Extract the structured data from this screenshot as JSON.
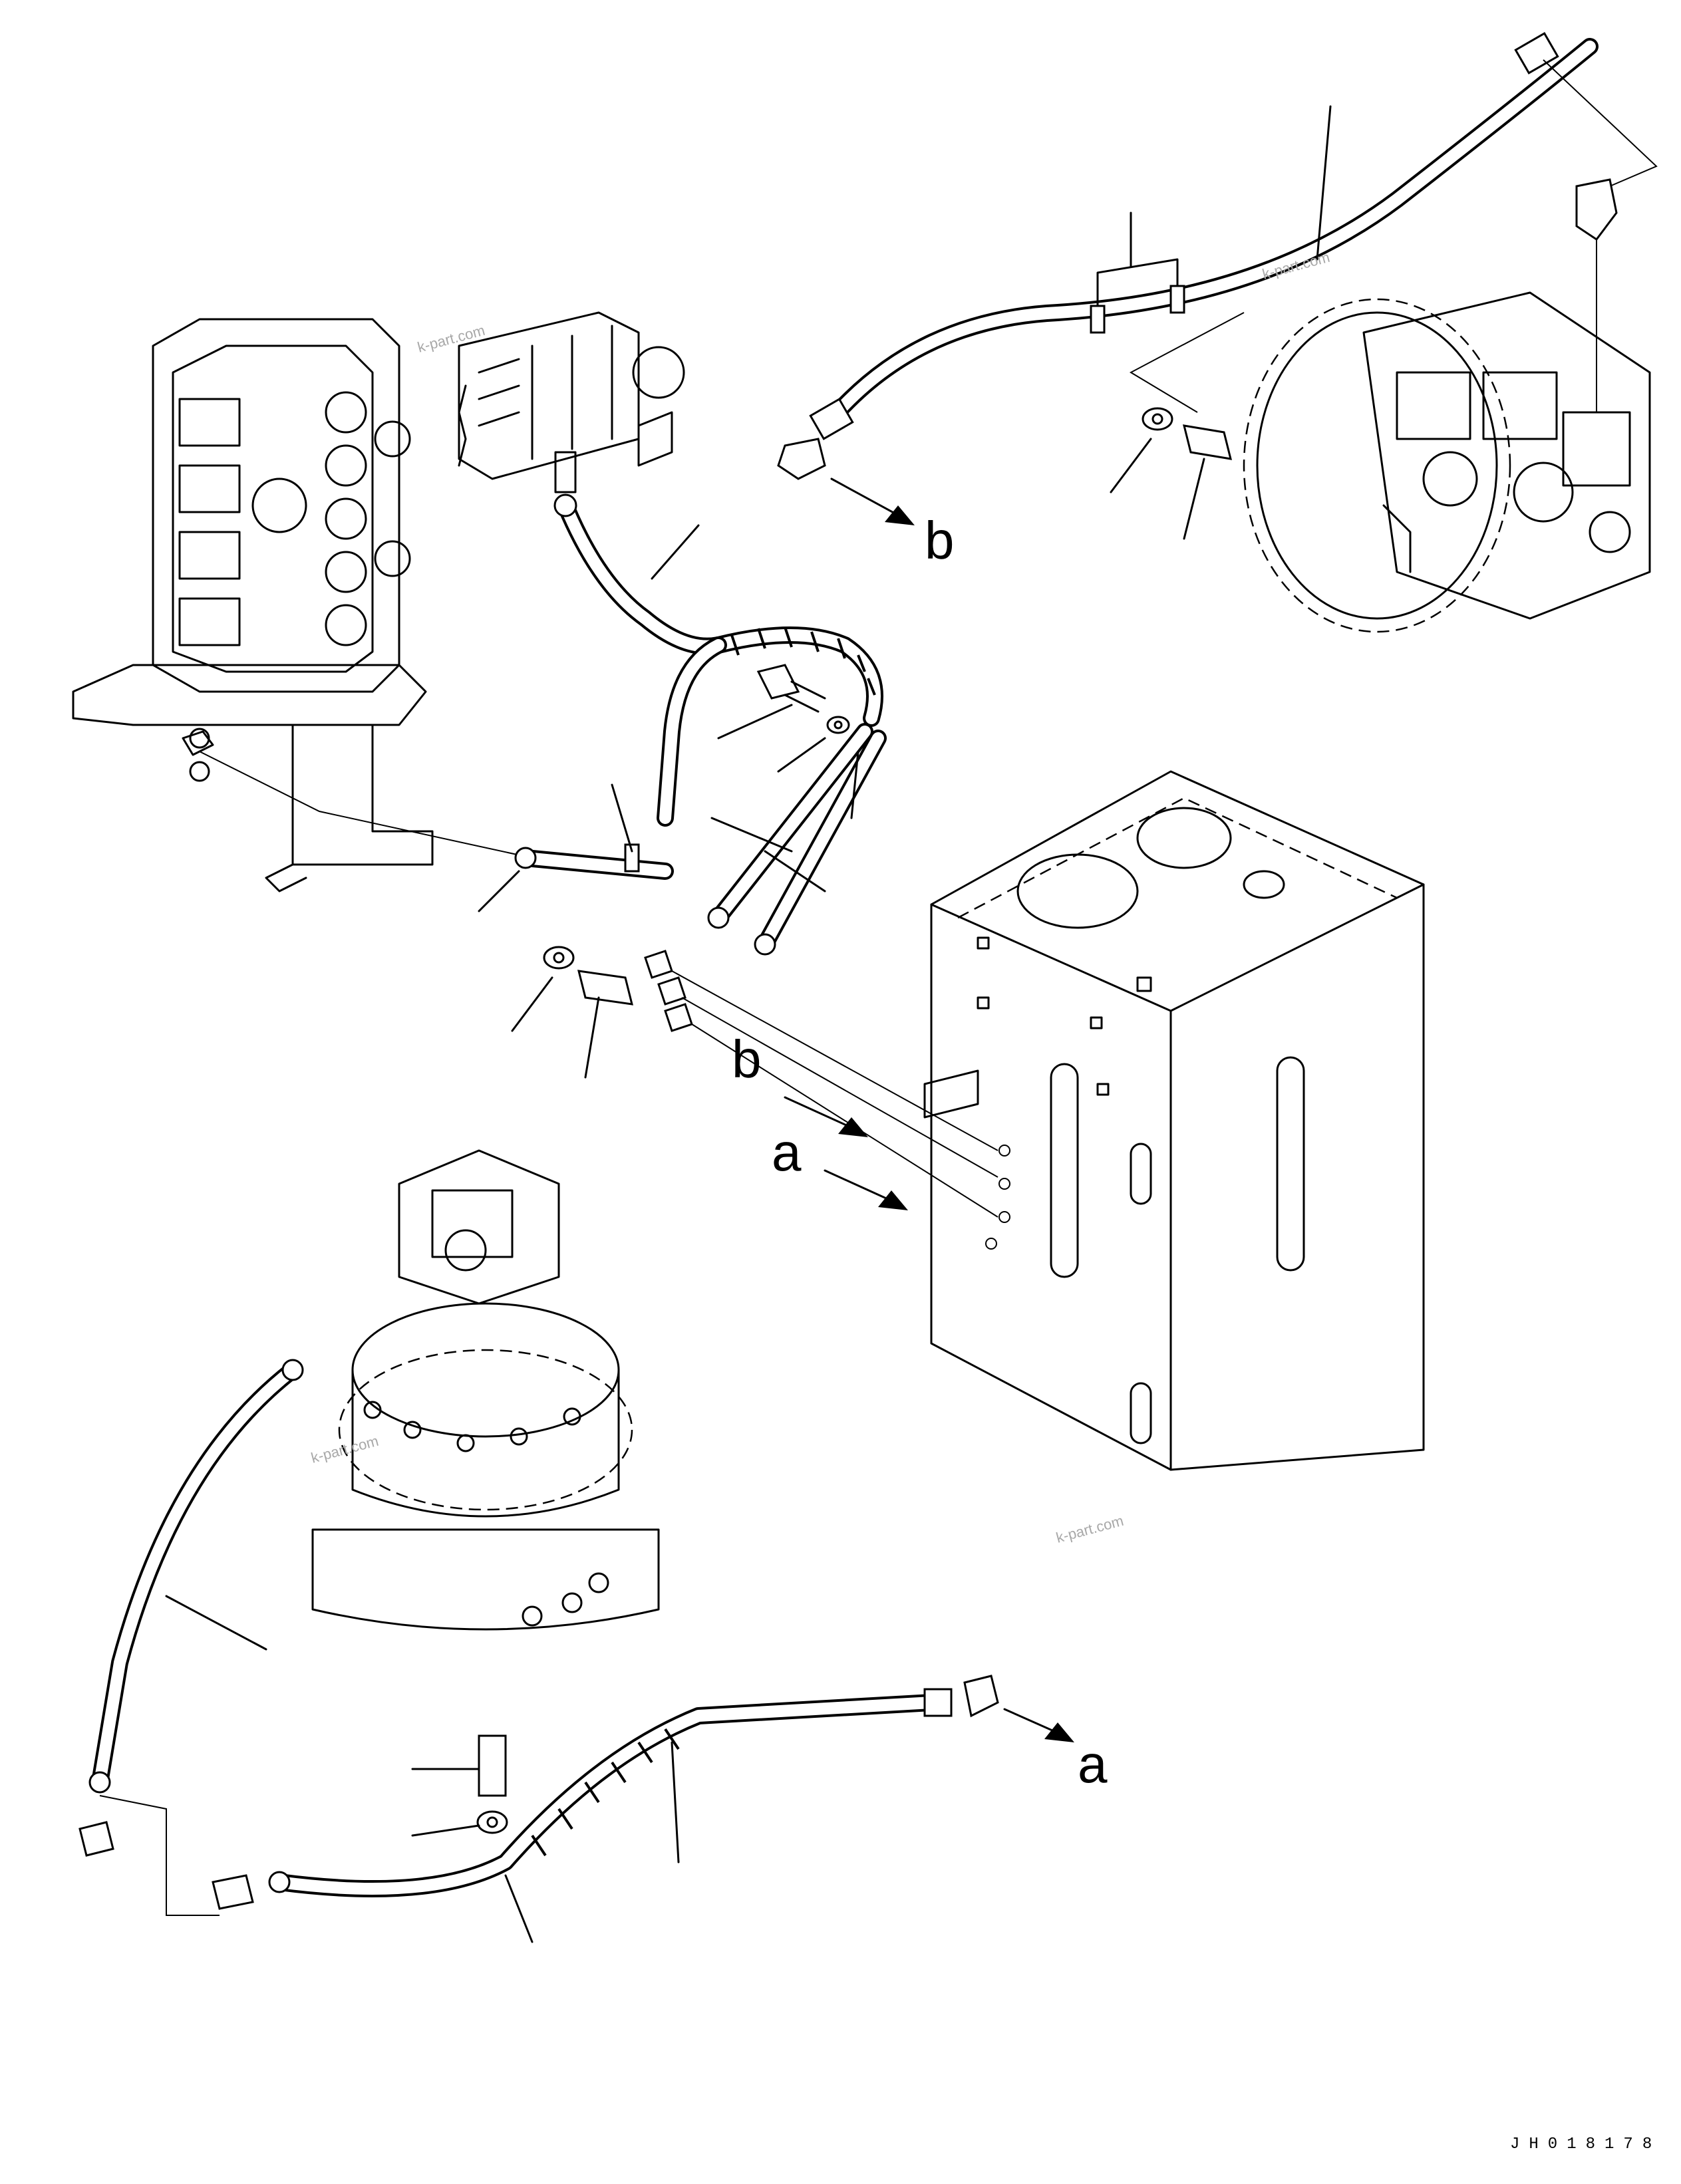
{
  "callouts": {
    "a_upper": "a",
    "b_upper": "b",
    "a_lower": "a",
    "b_right": "b"
  },
  "watermarks": {
    "w1": "k-part.com",
    "w2": "k-part.com",
    "w3": "k-part.com",
    "w4": "k-part.com"
  },
  "drawing_code": "JH018178"
}
